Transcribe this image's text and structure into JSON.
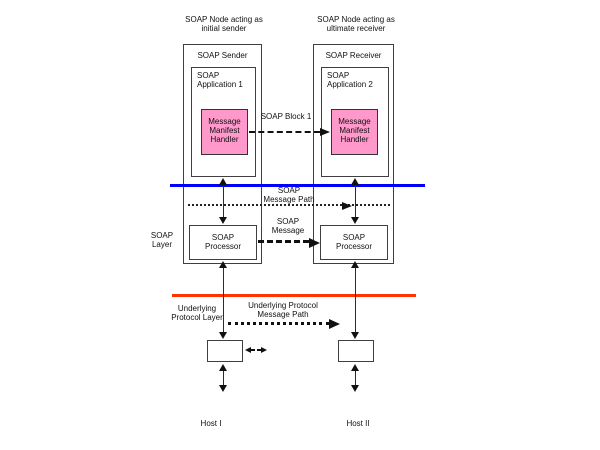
{
  "nodes": {
    "sender": {
      "caption": "SOAP Node acting as\ninitial sender",
      "title": "SOAP Sender",
      "application": "SOAP\nApplication 1",
      "handler": "Message\nManifest\nHandler",
      "processor": "SOAP\nProcessor",
      "host": "Host I"
    },
    "receiver": {
      "caption": "SOAP Node acting as\nultimate receiver",
      "title": "SOAP Receiver",
      "application": "SOAP\nApplication 2",
      "handler": "Message\nManifest\nHandler",
      "processor": "SOAP\nProcessor",
      "host": "Host II"
    }
  },
  "layers": {
    "soap": "SOAP\nLayer",
    "underlying": "Underlying\nProtocol Layer"
  },
  "flows": {
    "soap_block": "SOAP Block 1",
    "soap_message_path": "SOAP\nMessage Path",
    "soap_message": "SOAP\nMessage",
    "underlying_message_path": "Underlying Protocol\nMessage Path"
  },
  "colors": {
    "handler_fill": "#ff99cc",
    "soap_layer_line": "#0000ff",
    "underlying_layer_line": "#ff3300",
    "arrow_color": "#111111"
  }
}
